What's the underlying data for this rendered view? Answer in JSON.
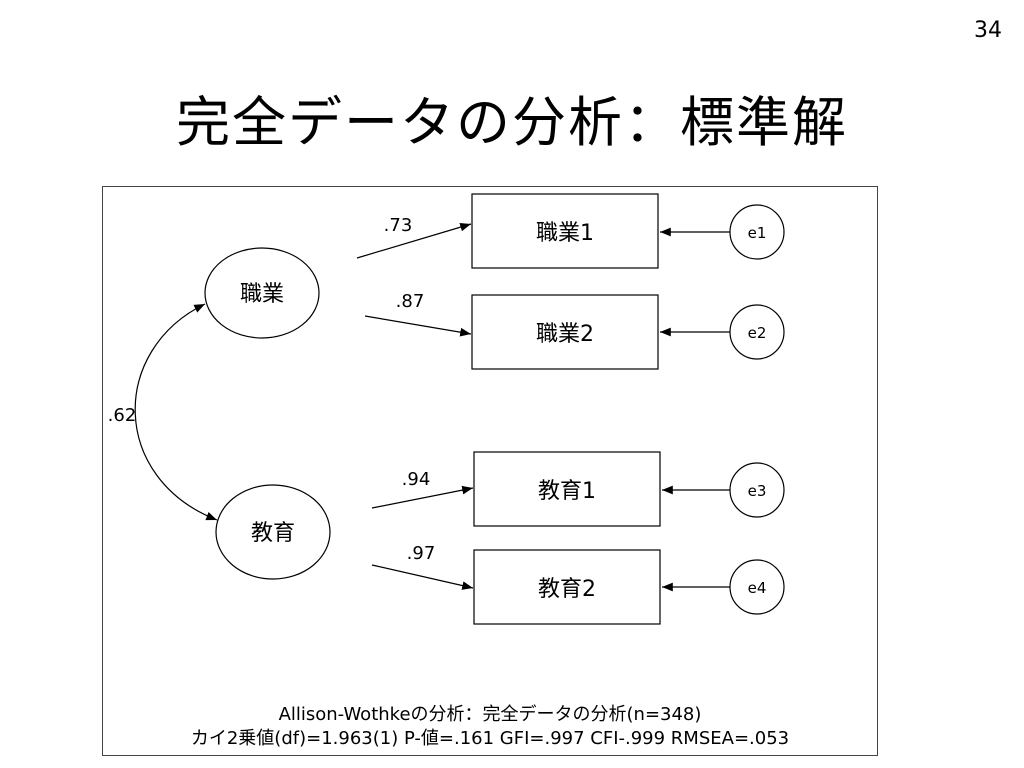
{
  "slide": {
    "page_number": "34",
    "title": "完全データの分析：標準解"
  },
  "diagram": {
    "latent": [
      {
        "id": "shokugyo",
        "label": "職業"
      },
      {
        "id": "kyoiku",
        "label": "教育"
      }
    ],
    "observed": [
      {
        "id": "shokugyo1",
        "label": "職業1"
      },
      {
        "id": "shokugyo2",
        "label": "職業2"
      },
      {
        "id": "kyoiku1",
        "label": "教育1"
      },
      {
        "id": "kyoiku2",
        "label": "教育2"
      }
    ],
    "errors": [
      {
        "id": "e1",
        "label": "e1"
      },
      {
        "id": "e2",
        "label": "e2"
      },
      {
        "id": "e3",
        "label": "e3"
      },
      {
        "id": "e4",
        "label": "e4"
      }
    ],
    "loadings": [
      {
        "from": "shokugyo",
        "to": "shokugyo1",
        "value": ".73"
      },
      {
        "from": "shokugyo",
        "to": "shokugyo2",
        "value": ".87"
      },
      {
        "from": "kyoiku",
        "to": "kyoiku1",
        "value": ".94"
      },
      {
        "from": "kyoiku",
        "to": "kyoiku2",
        "value": ".97"
      }
    ],
    "correlation": {
      "between": [
        "shokugyo",
        "kyoiku"
      ],
      "value": ".62"
    }
  },
  "caption": {
    "line1": "Allison-Wothkeの分析：完全データの分析(n=348)",
    "line2": "カイ2乗値(df)=1.963(1) P-値=.161 GFI=.997 CFI-.999 RMSEA=.053"
  }
}
